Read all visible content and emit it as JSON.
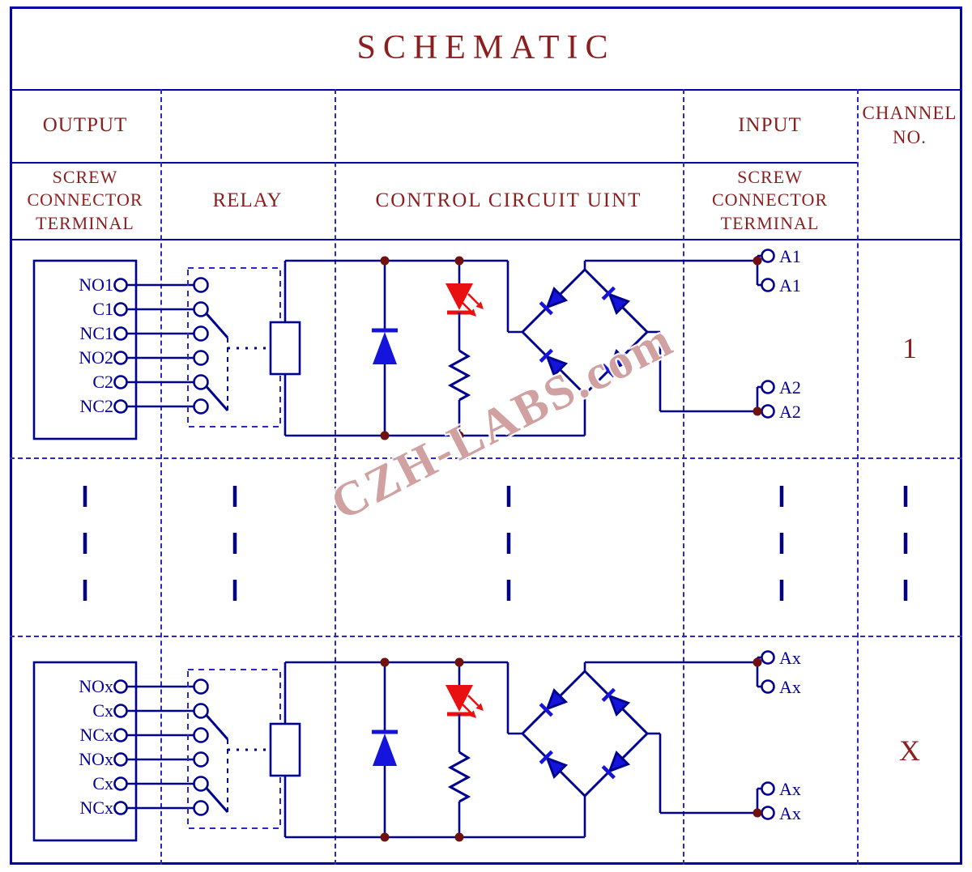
{
  "title": "SCHEMATIC",
  "watermark": "CZH-LABS.com",
  "header": {
    "output": "OUTPUT",
    "input": "INPUT",
    "channel_line1": "CHANNEL",
    "channel_line2": "NO.",
    "screw_lines": [
      "SCREW",
      "CONNECTOR",
      "TERMINAL"
    ],
    "relay": "RELAY",
    "control": "CONTROL CIRCUIT UINT"
  },
  "channel1": {
    "no": "1",
    "terminals": [
      "NO1",
      "C1",
      "NC1",
      "NO2",
      "C2",
      "NC2"
    ],
    "input_top": [
      "A1",
      "A1"
    ],
    "input_bottom": [
      "A2",
      "A2"
    ]
  },
  "channelX": {
    "no": "X",
    "terminals": [
      "NOx",
      "Cx",
      "NCx",
      "NOx",
      "Cx",
      "NCx"
    ],
    "input_top": [
      "Ax",
      "Ax"
    ],
    "input_bottom": [
      "Ax",
      "Ax"
    ]
  },
  "colors": {
    "table_line": "#0000A5",
    "dashed_line": "#2A2AC0",
    "wire": "#000090",
    "text_red": "#8B1E1E",
    "label_blue": "#000099",
    "led_red": "#E81010",
    "diode_blue": "#1414DC",
    "junction_dot": "#701010"
  }
}
